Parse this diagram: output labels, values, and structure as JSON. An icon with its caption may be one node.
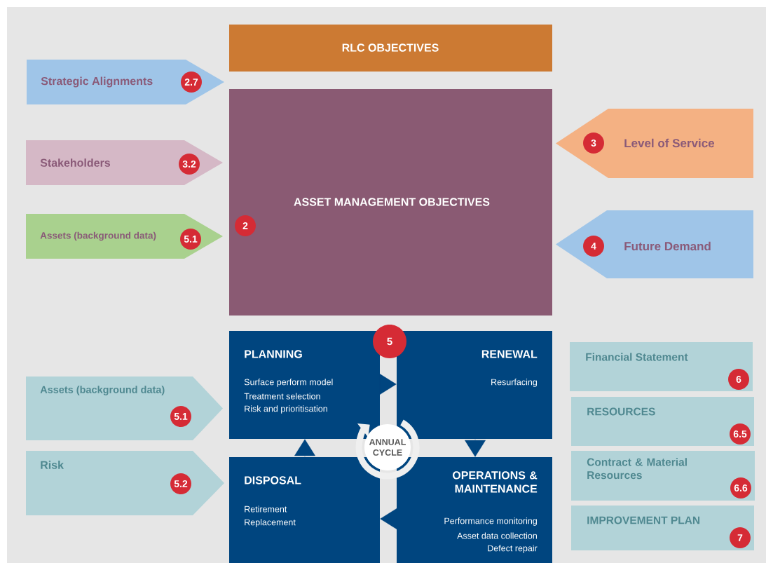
{
  "diagram": {
    "nodes": [
      {
        "text": [
          "RLC OBJECTIVES"
        ]
      },
      {
        "text": [
          "Strategic Alignments",
          "2.7"
        ]
      },
      {
        "text": [
          "Stakeholders",
          "3.2"
        ]
      },
      {
        "text": [
          "Assets (background data)",
          "5.1"
        ]
      },
      {
        "text": [
          "ASSET MANAGEMENT OBJECTIVES",
          "2"
        ]
      },
      {
        "text": [
          "3",
          "Level of Service"
        ]
      },
      {
        "text": [
          "4",
          "Future Demand"
        ]
      },
      {
        "text": [
          "PLANNING",
          "Surface perform model",
          "Treatment selection",
          "Risk and prioritisation"
        ]
      },
      {
        "text": [
          "RENEWAL",
          "Resurfacing"
        ]
      },
      {
        "text": [
          "DISPOSAL",
          "Retirement",
          "Replacement"
        ]
      },
      {
        "text": [
          "OPERATIONS & MAINTENANCE",
          "Performance monitoring",
          "Asset data collection",
          "Defect repair"
        ]
      },
      {
        "text": [
          "5"
        ]
      },
      {
        "text": [
          "ANNUAL CYCLE"
        ]
      },
      {
        "text": [
          "Assets (background data)",
          "5.1"
        ]
      },
      {
        "text": [
          "Risk",
          "5.2"
        ]
      },
      {
        "text": [
          "Financial Statement",
          "6"
        ]
      },
      {
        "text": [
          "RESOURCES",
          "6.5"
        ]
      },
      {
        "text": [
          "Contract & Material Resources",
          "6.6"
        ]
      },
      {
        "text": [
          "IMPROVEMENT PLAN",
          "7"
        ]
      }
    ],
    "edges": [
      {
        "from": 7,
        "to": 8,
        "arrow": "to"
      },
      {
        "from": 8,
        "to": 10,
        "arrow": "to"
      },
      {
        "from": 10,
        "to": 9,
        "arrow": "to"
      },
      {
        "from": 9,
        "to": 7,
        "arrow": "to"
      }
    ]
  }
}
